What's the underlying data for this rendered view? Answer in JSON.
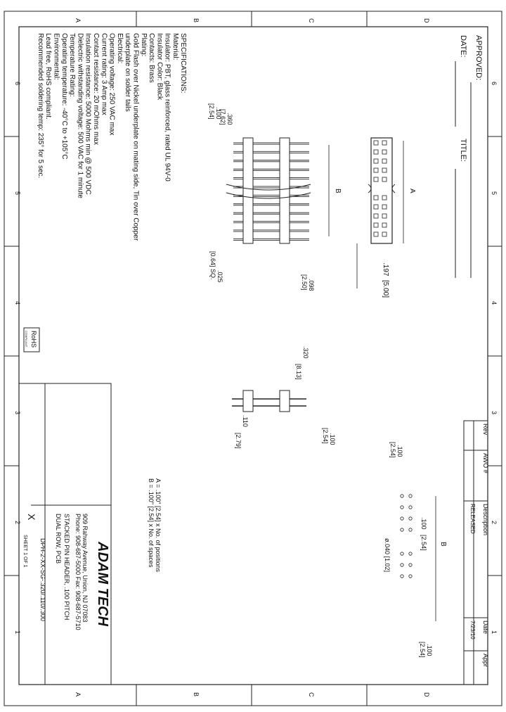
{
  "grid": {
    "cols": [
      "6",
      "5",
      "4",
      "3",
      "2",
      "1"
    ],
    "rows": [
      "D",
      "C",
      "B",
      "A"
    ]
  },
  "approvals": {
    "approved": "APPROVED:",
    "date": "DATE:",
    "title": "TITLE:"
  },
  "specs": {
    "heading": "SPECIFICATIONS:",
    "lines": [
      "Material:",
      "Insulator: PBT, glass reinforced, rated UL 94V-0",
      "Insulator Color: Black",
      "Contacts: Brass",
      "Plating:",
      "Gold Flash over Nickel underplate on mating side, Tin over Copper",
      "underplate on solder tails",
      "Electrical:",
      "Operating voltage: 250 VAC max",
      "Current rating: 3 Amp max",
      "Contact resistance: 20 mOhms max",
      "Insulation resistance: 5000 Mohms min @ 500 VDC",
      "Dielectric withstanding voltage: 500 VAC for 1 minute",
      "Temperature Rating:",
      "Operating temperature: -40°C to +105°C",
      "Environmental:",
      "Lead free, RoHS compliant.",
      "Recommended soldering temp: 235° for 5 sec."
    ]
  },
  "rohs": {
    "line1": "RoHS",
    "line2": "COMPLIANT"
  },
  "dims": {
    "top_a": "A",
    "top_197": ".197",
    "top_500": "[5.00]",
    "b": "B",
    "d_360": ".360",
    "d_762": "[7.62]",
    "d_100a": ".100",
    "d_254a": "[2.54]",
    "d_025": ".025",
    "d_064": "[0.64] SQ.",
    "d_098": ".098",
    "d_250": "[2.50]",
    "d_320": ".320",
    "d_813": "[8.13]",
    "d_110": ".110",
    "d_279": "[2.79]",
    "d_100b": ".100",
    "d_254b": "[2.54]",
    "pcb_100a": ".100",
    "pcb_254a": "[2.54]",
    "pcb_100c": ".100",
    "pcb_254c": "[2.54]",
    "pcb_b": "B",
    "pcb_hole": "ø.040 [1.02]",
    "pcb_100d": ".100",
    "pcb_254d": "[2.54]"
  },
  "notes": {
    "a": "A = .100\" [2.54] x No. of positions",
    "b": "B = .100\" [2.54] x No. of spaces"
  },
  "revision": {
    "headers": [
      "Rev",
      "AWO #",
      "Description",
      "Date",
      "Appr"
    ],
    "row": [
      "",
      "",
      "RELEASED",
      "7/23/10",
      ""
    ]
  },
  "titleblock": {
    "company": "ADAM TECH",
    "address": "909 Rahway Avenue, Union, NJ 07083",
    "phone": "Phone: 908-687-5000 Fax: 908-687-5710",
    "desc1": "STACKED PIN HEADER, .100 PITCH",
    "desc2": "DUAL ROW, PCB",
    "part": "DPH-2-XX-SG-.320/.110/.300",
    "sheet": "SHEET 1 OF 1",
    "scale": "X"
  }
}
